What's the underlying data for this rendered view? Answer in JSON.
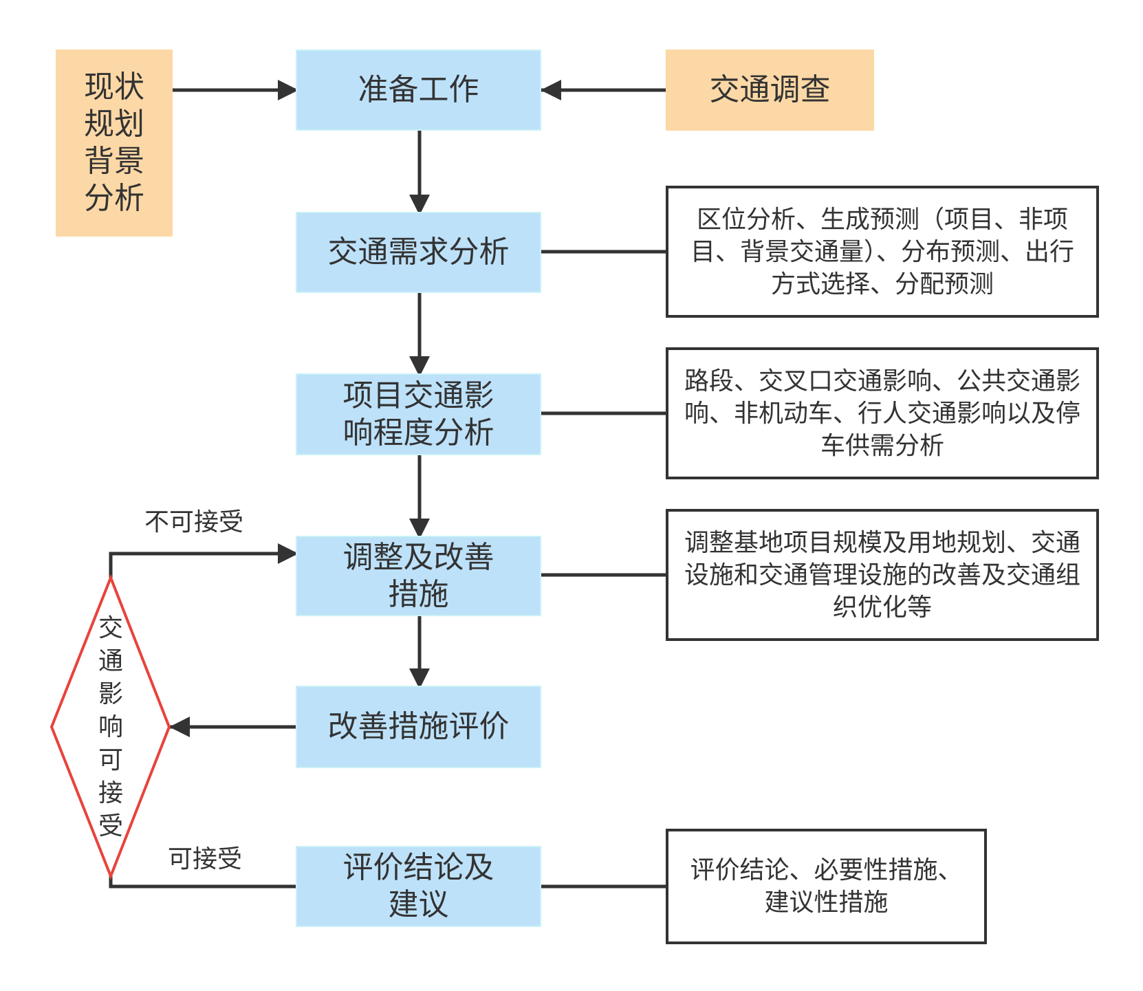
{
  "diagram": {
    "side_left": "现状规划背景分析",
    "side_right": "交通调查",
    "steps": [
      "准备工作",
      "交通需求分析",
      "项目交通影响程度分析",
      "调整及改善措施",
      "改善措施评价",
      "评价结论及建议"
    ],
    "notes": [
      "区位分析、生成预测（项目、非项目、背景交通量）、分布预测、出行方式选择、分配预测",
      "路段、交叉口交通影响、公共交通影响、非机动车、行人交通影响以及停车供需分析",
      "调整基地项目规模及用地规划、交通设施和交通管理设施的改善及交通组织优化等",
      "评价结论、必要性措施、建议性措施"
    ],
    "decision": "交通影响可接受",
    "label_reject": "不可接受",
    "label_accept": "可接受",
    "colors": {
      "step_fill": "#BDE1F9",
      "side_fill": "#FCD8A6",
      "decision_stroke": "#E8433A",
      "line": "#333333"
    }
  }
}
